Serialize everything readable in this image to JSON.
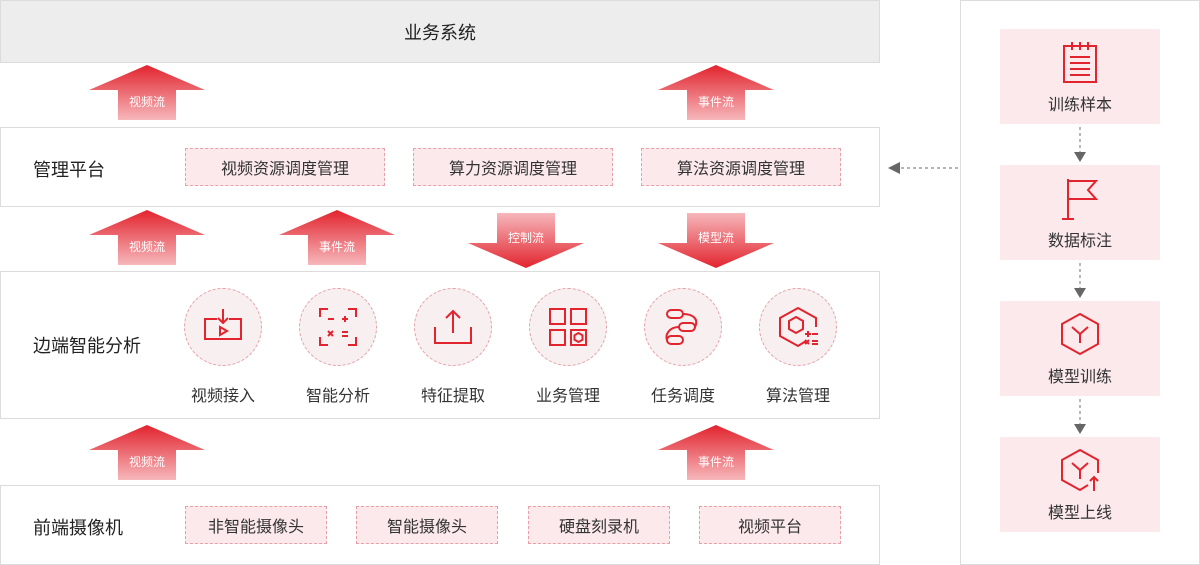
{
  "colors": {
    "accent": "#e2242e",
    "accent_light": "#f5a4aa",
    "box_fill": "#fbe9eb",
    "box_border": "#e6a1a8",
    "header_fill": "#ededed"
  },
  "business_system": {
    "title": "业务系统"
  },
  "arrows": {
    "video_stream": "视频流",
    "event_stream": "事件流",
    "control_stream": "控制流",
    "model_stream": "模型流"
  },
  "management": {
    "title": "管理平台",
    "items": [
      "视频资源调度管理",
      "算力资源调度管理",
      "算法资源调度管理"
    ]
  },
  "edge": {
    "title": "边端智能分析",
    "modules": [
      {
        "label": "视频接入",
        "icon": "video-import-icon"
      },
      {
        "label": "智能分析",
        "icon": "smart-analysis-icon"
      },
      {
        "label": "特征提取",
        "icon": "upload-tray-icon"
      },
      {
        "label": "业务管理",
        "icon": "grid-hexagon-icon"
      },
      {
        "label": "任务调度",
        "icon": "workflow-icon"
      },
      {
        "label": "算法管理",
        "icon": "hexagon-calc-icon"
      }
    ]
  },
  "camera": {
    "title": "前端摄像机",
    "items": [
      "非智能摄像头",
      "智能摄像头",
      "硬盘刻录机",
      "视频平台"
    ]
  },
  "training": {
    "steps": [
      {
        "label": "训练样本",
        "icon": "notepad-icon"
      },
      {
        "label": "数据标注",
        "icon": "flag-icon"
      },
      {
        "label": "模型训练",
        "icon": "model-hexagon-icon"
      },
      {
        "label": "模型上线",
        "icon": "model-deploy-icon"
      }
    ]
  }
}
